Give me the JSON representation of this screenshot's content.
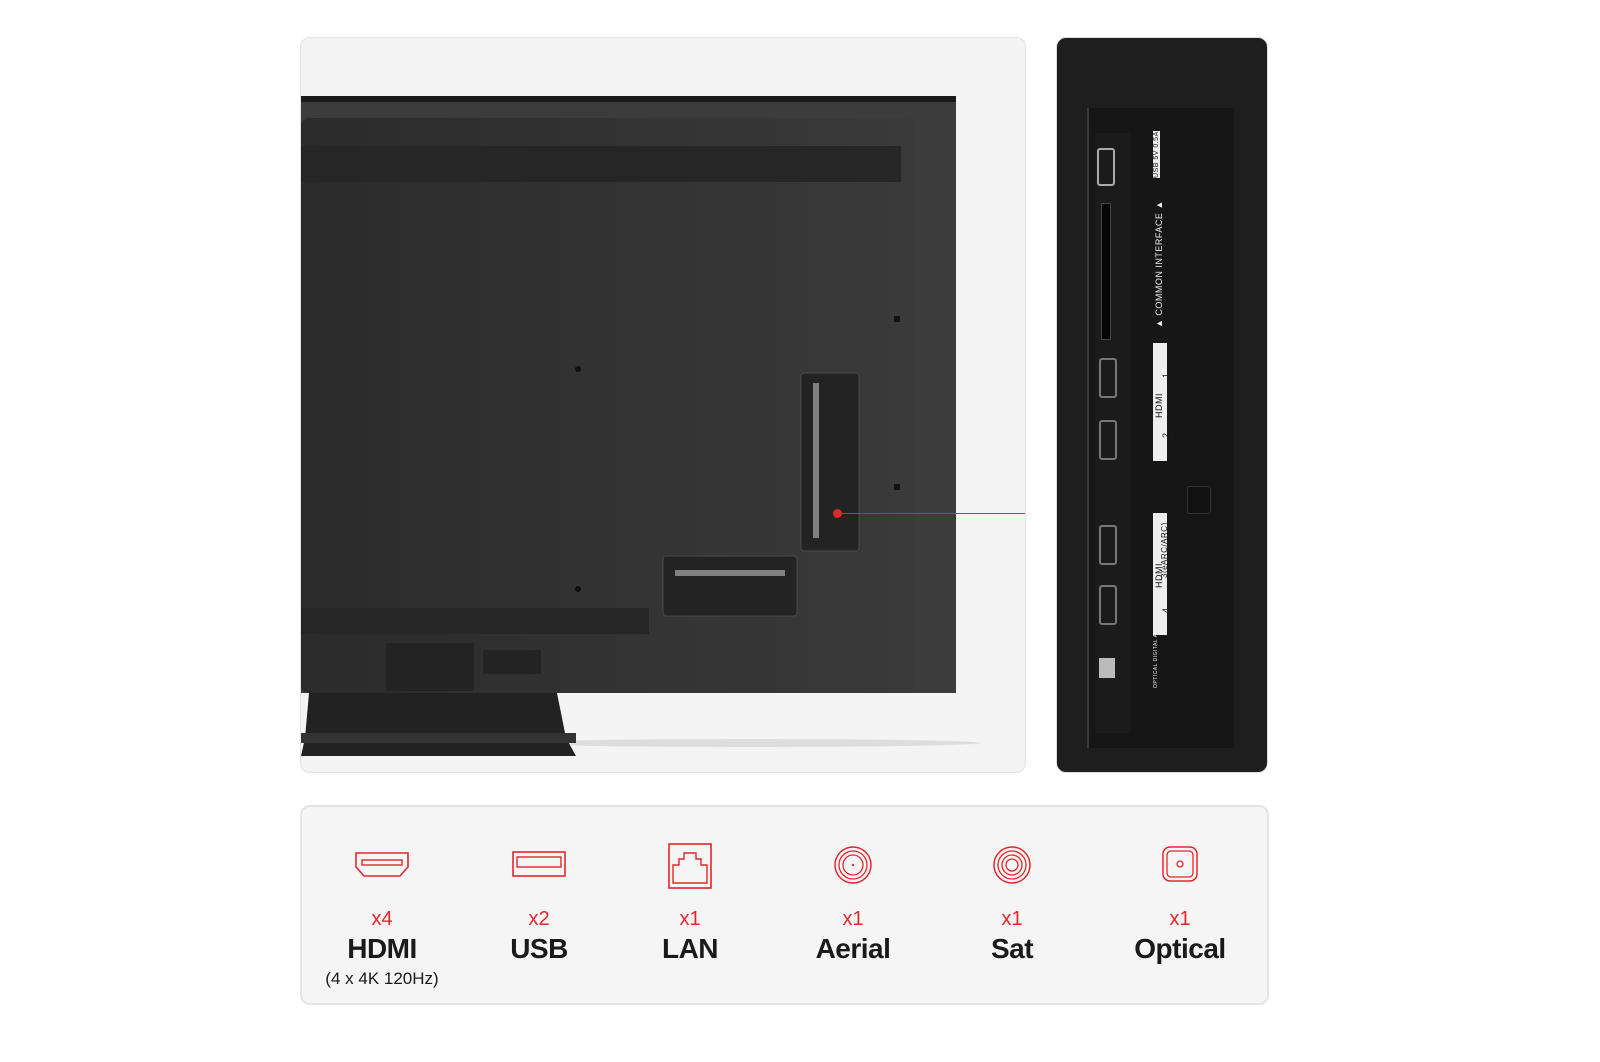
{
  "colors": {
    "accent": "#e4262b",
    "text": "#1a1a1a",
    "tv": "#2a2a2a"
  },
  "port_panel_labels": {
    "usb": "USB 5V 0.5A",
    "common_interface": "▲ COMMON INTERFACE ▲",
    "hdmi_top": "HDMI",
    "hdmi_1": "1",
    "hdmi_2": "2",
    "hdmi_bottom": "HDMI",
    "hdmi_3": "3(eARC/ARC)",
    "hdmi_4": "4",
    "optical": "OPTICAL DIGITAL AUDIO OUT"
  },
  "ports": [
    {
      "icon": "hdmi-icon",
      "count": "x4",
      "name": "HDMI",
      "sub": "(4 x 4K 120Hz)"
    },
    {
      "icon": "usb-icon",
      "count": "x2",
      "name": "USB",
      "sub": ""
    },
    {
      "icon": "lan-icon",
      "count": "x1",
      "name": "LAN",
      "sub": ""
    },
    {
      "icon": "aerial-icon",
      "count": "x1",
      "name": "Aerial",
      "sub": ""
    },
    {
      "icon": "sat-icon",
      "count": "x1",
      "name": "Sat",
      "sub": ""
    },
    {
      "icon": "optical-icon",
      "count": "x1",
      "name": "Optical",
      "sub": ""
    }
  ]
}
